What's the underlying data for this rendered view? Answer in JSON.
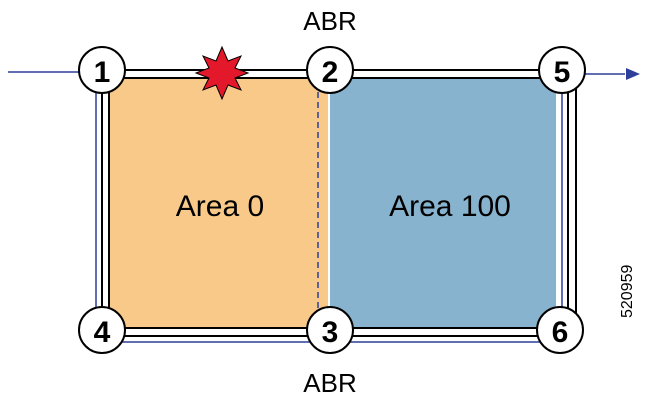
{
  "labels": {
    "abr_top": "ABR",
    "abr_bottom": "ABR",
    "area_0": "Area 0",
    "area_100": "Area 100",
    "figure_id": "520959"
  },
  "routers": [
    {
      "id": "1"
    },
    {
      "id": "2"
    },
    {
      "id": "5"
    },
    {
      "id": "4"
    },
    {
      "id": "3"
    },
    {
      "id": "6"
    }
  ],
  "colors": {
    "area_0_fill": "#F9C98A",
    "area_100_fill": "#88B3CE",
    "link_line": "#000000",
    "path_line": "#2E3F9A",
    "failure_burst": "#E3192B"
  }
}
